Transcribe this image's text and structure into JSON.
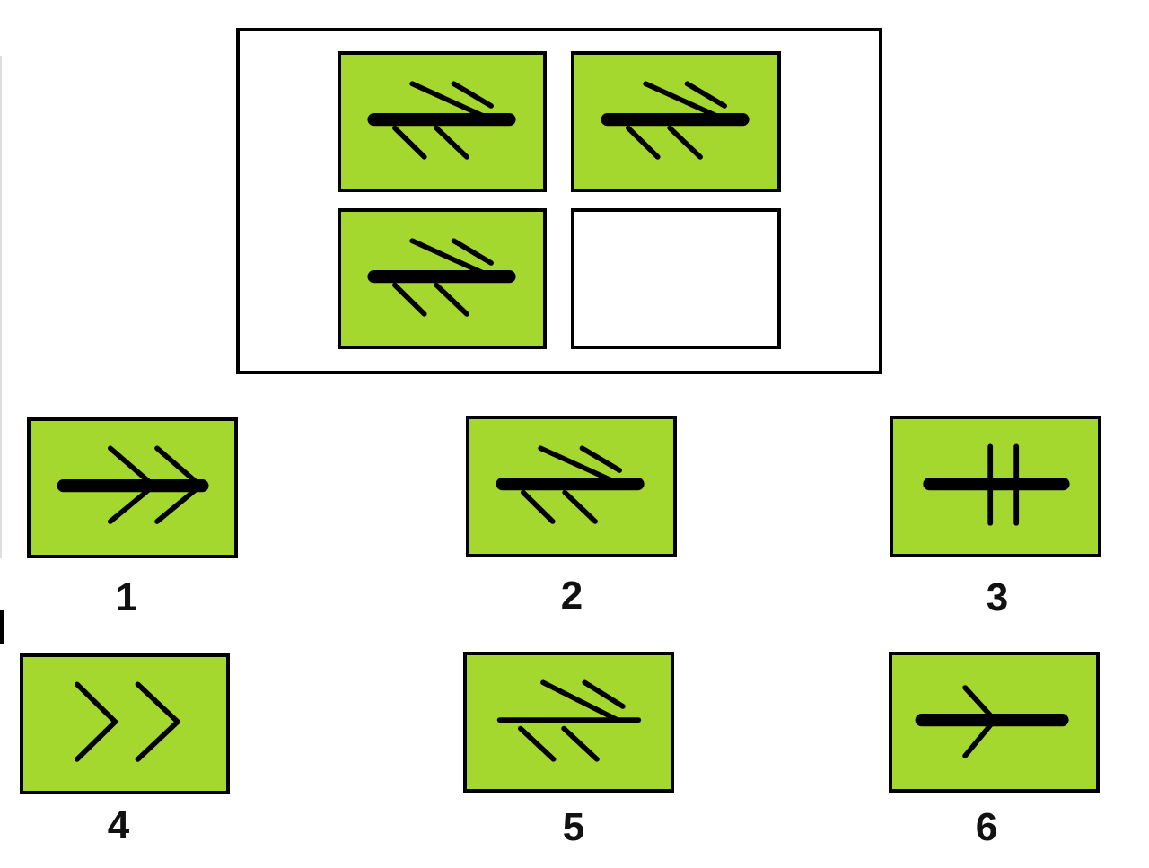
{
  "colors": {
    "tile_green": "#a4d82f",
    "stroke": "#000000",
    "frame": "#000000",
    "background": "#ffffff"
  },
  "puzzle": {
    "cells": [
      {
        "pattern": "two-slashes-long-shaft"
      },
      {
        "pattern": "two-slashes-long-shaft"
      },
      {
        "pattern": "two-slashes-long-shaft"
      },
      {
        "pattern": "empty"
      }
    ]
  },
  "options": [
    {
      "label": "1",
      "pattern": "double-chevron-shaft"
    },
    {
      "label": "2",
      "pattern": "two-slashes-long-shaft"
    },
    {
      "label": "3",
      "pattern": "two-verticals-shaft"
    },
    {
      "label": "4",
      "pattern": "double-chevron"
    },
    {
      "label": "5",
      "pattern": "two-slashes-thin-shaft"
    },
    {
      "label": "6",
      "pattern": "single-chevron-shaft"
    }
  ]
}
